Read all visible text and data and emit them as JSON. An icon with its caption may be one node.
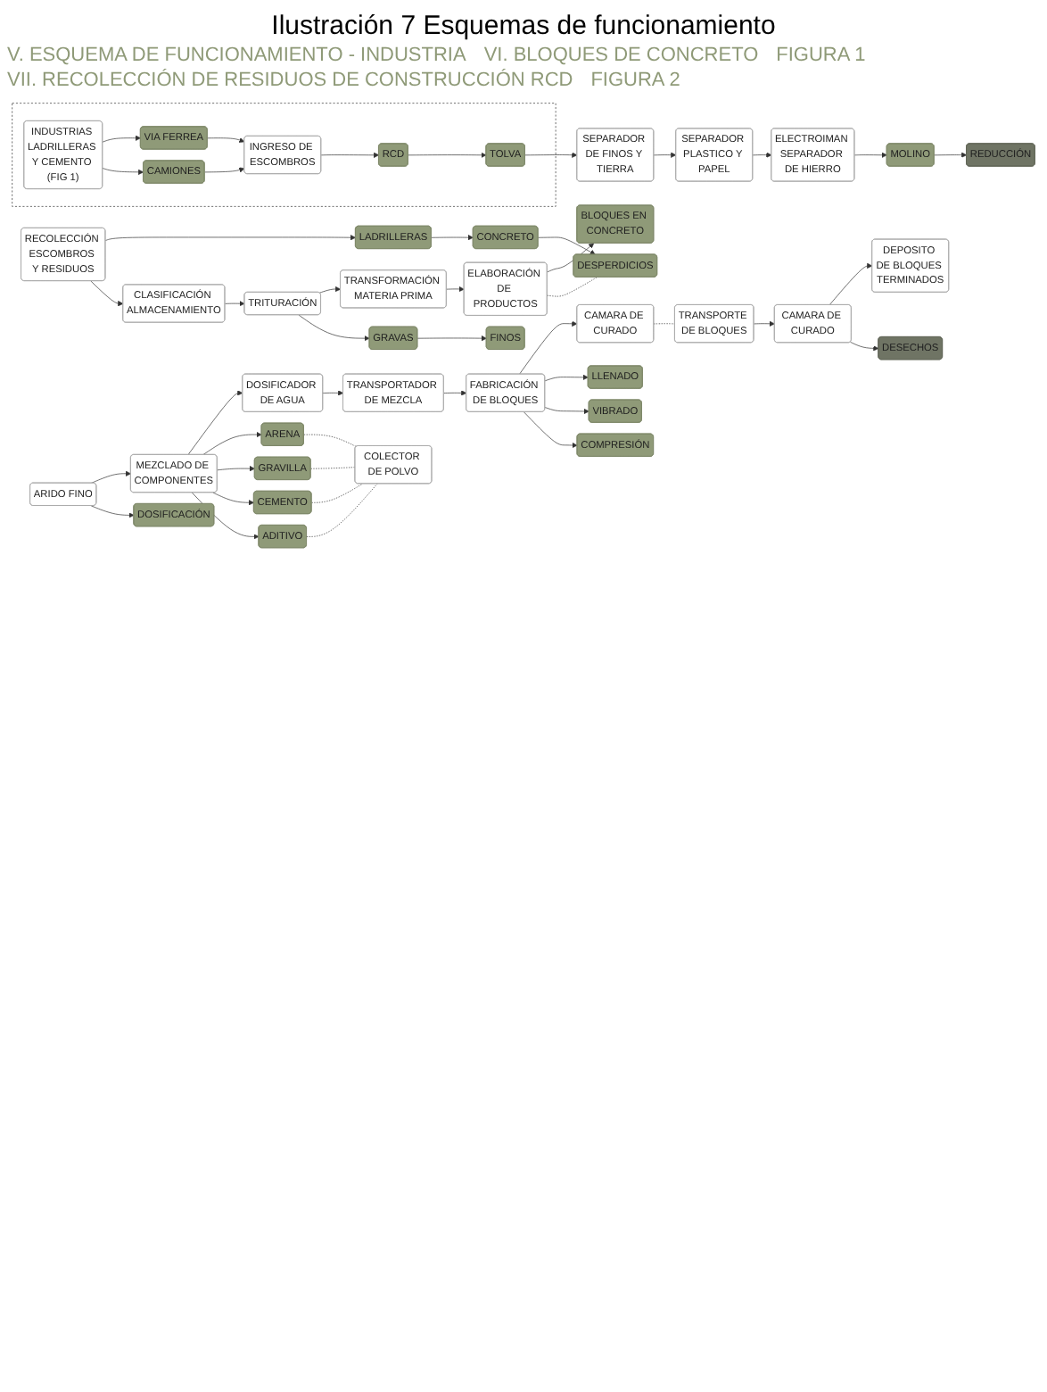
{
  "diagram": {
    "title": "Ilustración 7 Esquemas de funcionamiento",
    "nodes": [
      {
        "text": [
          "RECOLECCIÓN ESCOMBROS Y RESIDUOS"
        ]
      },
      {
        "text": [
          "CLASIFICACIÓN ALMACENAMIENTO"
        ]
      },
      {
        "text": [
          "TRITURACIÓN"
        ]
      },
      {
        "text": [
          "TRANSFORMACIÓN MATERIA PRIMA"
        ]
      },
      {
        "text": [
          "ELABORACIÓN DE PRODUCTOS"
        ]
      },
      {
        "text": [
          "LADRILLERAS"
        ]
      },
      {
        "text": [
          "GRAVAS"
        ]
      },
      {
        "text": [
          "BLOQUES EN CONCRETO"
        ]
      },
      {
        "text": [
          "CONCRETO"
        ]
      },
      {
        "text": [
          "FINOS"
        ]
      },
      {
        "text": [
          "DESPERDICIOS"
        ]
      },
      {
        "text": [
          "ARIDO FINO"
        ]
      },
      {
        "text": [
          "MEZCLADO DE COMPONENTES"
        ]
      },
      {
        "text": [
          "DOSIFICADOR DE AGUA"
        ]
      },
      {
        "text": [
          "DOSIFICACIÓN"
        ]
      },
      {
        "text": [
          "ARENA"
        ]
      },
      {
        "text": [
          "TRANSPORTADOR DE MEZCLA"
        ]
      },
      {
        "text": [
          "FABRICACIÓN DE BLOQUES"
        ]
      },
      {
        "text": [
          "CAMARA DE CURADO"
        ]
      },
      {
        "text": [
          "GRAVILLA"
        ]
      },
      {
        "text": [
          "CEMENTO"
        ]
      },
      {
        "text": [
          "COLECTOR DE POLVO"
        ]
      },
      {
        "text": [
          "ADITIVO"
        ]
      },
      {
        "text": [
          "LLENADO"
        ]
      },
      {
        "text": [
          "VIBRADO"
        ]
      },
      {
        "text": [
          "COMPRESIÓN"
        ]
      },
      {
        "text": [
          "TRANSPORTE DE BLOQUES"
        ]
      },
      {
        "text": [
          "CAMARA DE CURADO"
        ]
      },
      {
        "text": [
          "DEPOSITO DE BLOQUES TERMINADOS"
        ]
      },
      {
        "text": [
          "DESECHOS"
        ]
      },
      {
        "text": [
          "SEPARADOR DE FINOS Y TIERRA"
        ]
      },
      {
        "text": [],
        "shape": "box"
      },
      {
        "text": [
          "INDUSTRIAS LADRILLERAS Y CEMENTO (FIG 1)"
        ],
        "in": 31
      },
      {
        "text": [
          "INGRESO DE ESCOMBROS"
        ],
        "in": 31
      },
      {
        "text": [
          "TOLVA"
        ],
        "in": 31
      },
      {
        "text": [
          "MOLINO"
        ]
      },
      {
        "text": [
          "SEPARADOR PLASTICO Y PAPEL"
        ]
      },
      {
        "text": [
          "VIA FERREA"
        ],
        "in": 31
      },
      {
        "text": [
          "CAMIONES"
        ],
        "in": 31
      },
      {
        "text": [
          "RCD"
        ],
        "in": 31
      },
      {
        "text": [
          "ELECTROIMAN SEPARADOR DE HIERRO"
        ]
      },
      {
        "text": [
          "REDUCCIÓN"
        ]
      }
    ],
    "edges": [
      {
        "from": 0,
        "to": 5,
        "arrow": "to"
      },
      {
        "from": 5,
        "to": 8,
        "arrow": "to"
      },
      {
        "from": 8,
        "to": 10,
        "arrow": "to"
      },
      {
        "from": 0,
        "to": 1,
        "arrow": "to"
      },
      {
        "from": 1,
        "to": 2,
        "arrow": "to"
      },
      {
        "from": 2,
        "to": 3,
        "arrow": "to"
      },
      {
        "from": 3,
        "to": 4,
        "arrow": "to"
      },
      {
        "from": 2,
        "to": 6,
        "arrow": "to"
      },
      {
        "from": 6,
        "to": 9,
        "arrow": "to"
      },
      {
        "from": 4,
        "to": 7,
        "arrow": "to"
      },
      {
        "from": 4,
        "to": 10,
        "arrow": "none",
        "style": "dashed"
      },
      {
        "from": 11,
        "to": 12,
        "arrow": "to"
      },
      {
        "from": 12,
        "to": 13,
        "arrow": "to"
      },
      {
        "from": 11,
        "to": 14,
        "arrow": "to"
      },
      {
        "from": 12,
        "to": 15,
        "arrow": "to"
      },
      {
        "from": 12,
        "to": 19,
        "arrow": "to"
      },
      {
        "from": 12,
        "to": 20,
        "arrow": "to"
      },
      {
        "from": 12,
        "to": 22,
        "arrow": "to"
      },
      {
        "from": 13,
        "to": 16,
        "arrow": "to"
      },
      {
        "from": 16,
        "to": 17,
        "arrow": "to"
      },
      {
        "from": 17,
        "to": 18,
        "arrow": "to"
      },
      {
        "from": 17,
        "to": 23,
        "arrow": "to"
      },
      {
        "from": 17,
        "to": 24,
        "arrow": "to"
      },
      {
        "from": 17,
        "to": 25,
        "arrow": "to"
      },
      {
        "from": 15,
        "to": 21,
        "arrow": "none",
        "style": "dashed"
      },
      {
        "from": 19,
        "to": 21,
        "arrow": "none",
        "style": "dashed"
      },
      {
        "from": 20,
        "to": 21,
        "arrow": "none",
        "style": "dashed"
      },
      {
        "from": 22,
        "to": 21,
        "arrow": "none",
        "style": "dashed"
      },
      {
        "from": 18,
        "to": 26,
        "arrow": "none",
        "style": "dashed"
      },
      {
        "from": 26,
        "to": 27,
        "arrow": "to"
      },
      {
        "from": 27,
        "to": 28,
        "arrow": "to"
      },
      {
        "from": 27,
        "to": 29,
        "arrow": "to"
      },
      {
        "from": 32,
        "to": 37,
        "arrow": "to"
      },
      {
        "from": 32,
        "to": 38,
        "arrow": "to"
      },
      {
        "from": 37,
        "to": 33,
        "arrow": "to"
      },
      {
        "from": 38,
        "to": 33,
        "arrow": "to"
      },
      {
        "from": 33,
        "to": 39,
        "arrow": "to"
      },
      {
        "from": 39,
        "to": 34,
        "arrow": "to"
      },
      {
        "from": 34,
        "to": 30,
        "arrow": "to"
      },
      {
        "from": 30,
        "to": 36,
        "arrow": "to"
      },
      {
        "from": 36,
        "to": 40,
        "arrow": "to"
      },
      {
        "from": 40,
        "to": 35,
        "arrow": "to"
      },
      {
        "from": 35,
        "to": 41,
        "arrow": "to"
      }
    ],
    "labels": [
      "V. ESQUEMA DE FUNCIONAMIENTO - INDUSTRIA",
      "VI. BLOQUES DE CONCRETO",
      "FIGURA 1",
      "VII. RECOLECCIÓN DE RESIDUOS DE CONSTRUCCIÓN RCD",
      "FIGURA 2"
    ]
  }
}
